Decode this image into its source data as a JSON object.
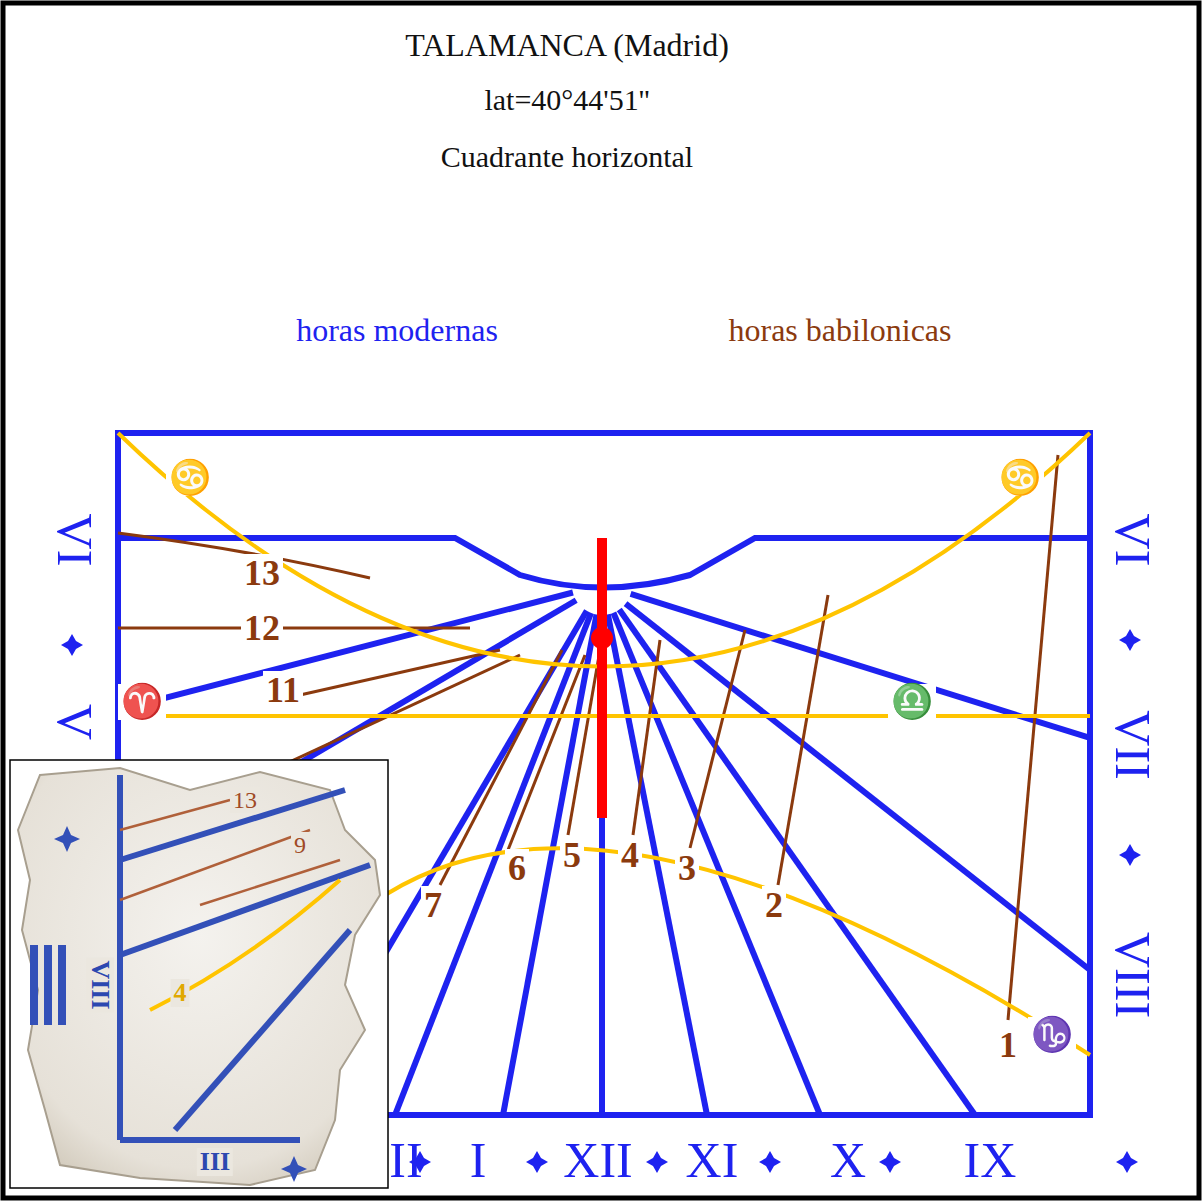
{
  "diagram": {
    "title": "TALAMANCA (Madrid)",
    "labels": [
      "lat=40°44'51''",
      "Cuadrante horizontal",
      "horas modernas",
      "horas babilonicas",
      "VI",
      "V",
      "II",
      "I",
      "XII",
      "XI",
      "X",
      "IX",
      "VI",
      "VII",
      "VIII",
      "13",
      "12",
      "11",
      "7",
      "6",
      "5",
      "4",
      "3",
      "2",
      "1",
      "♋",
      "♋",
      "♈",
      "♎",
      "♑",
      "13",
      "9",
      "4",
      "VIII",
      "III"
    ]
  }
}
